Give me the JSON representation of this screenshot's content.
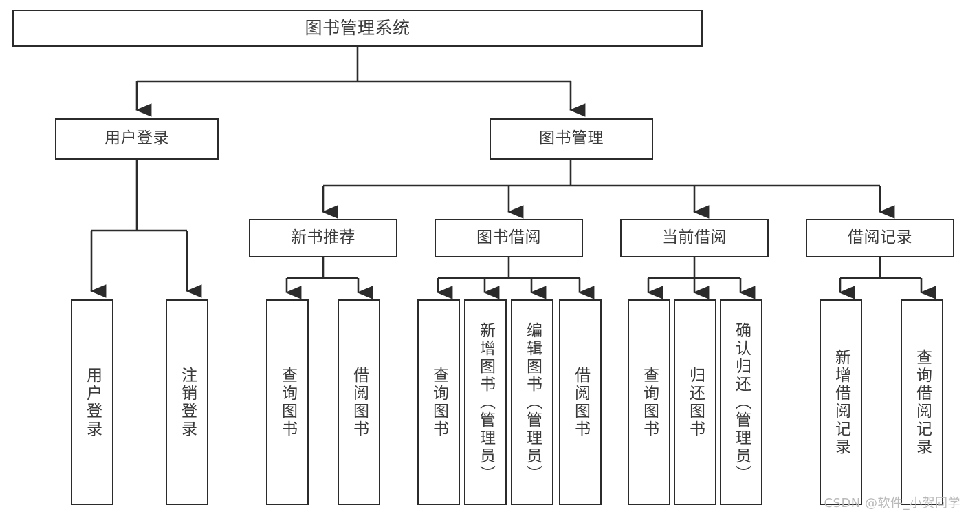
{
  "diagram": {
    "title": "图书管理系统",
    "type": "tree",
    "orientation": "top-down",
    "line_color": "#2b2b2b",
    "box_fill": "#ffffff",
    "text_color": "#3a3a3a",
    "nodes": {
      "root": {
        "label": "图书管理系统"
      },
      "login": {
        "label": "用户登录"
      },
      "book_mgmt": {
        "label": "图书管理"
      },
      "new_book": {
        "label": "新书推荐"
      },
      "borrow": {
        "label": "图书借阅"
      },
      "current": {
        "label": "当前借阅"
      },
      "records": {
        "label": "借阅记录"
      },
      "login_1": {
        "label": "用户登录"
      },
      "login_2": {
        "label": "注销登录"
      },
      "new_1": {
        "label": "查询图书"
      },
      "new_2": {
        "label": "借阅图书"
      },
      "borrow_1": {
        "label": "查询图书"
      },
      "borrow_2": {
        "label": "新增图书（管理员）"
      },
      "borrow_3": {
        "label": "编辑图书（管理员）"
      },
      "borrow_4": {
        "label": "借阅图书"
      },
      "current_1": {
        "label": "查询图书"
      },
      "current_2": {
        "label": "归还图书"
      },
      "current_3": {
        "label": "确认归还（管理员）"
      },
      "records_1": {
        "label": "新增借阅记录"
      },
      "records_2": {
        "label": "查询借阅记录"
      }
    }
  },
  "watermark": {
    "text": "CSDN @软件_小贺同学"
  }
}
